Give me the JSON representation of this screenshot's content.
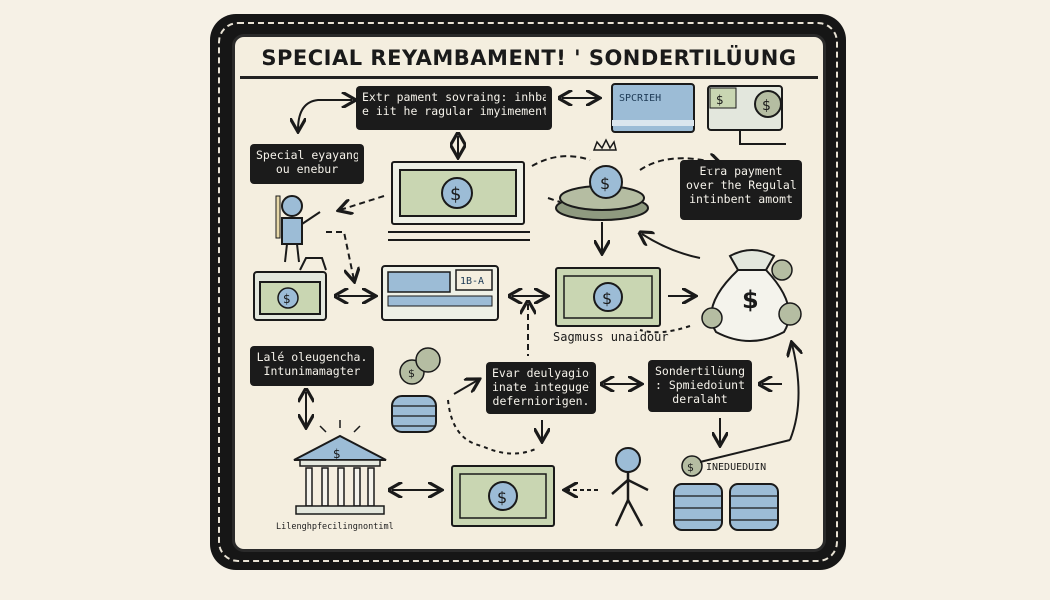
{
  "title": "SPECIAL REYAMBAMENT! ' SONDERTILÜUNG",
  "boxes": {
    "top_center": [
      "Extr pament sovraing: inhban",
      "e iit he ragular imyimement."
    ],
    "left_special": [
      "Special eyayang",
      "ou enebur"
    ],
    "right_extra": [
      "Etra payment",
      "over the Regulal",
      "intinbent amomt"
    ],
    "left_bottom": [
      "Lalé oleugencha.",
      "Intunimamagter"
    ],
    "center_bottom": [
      "Evar deulyagion",
      "inate integugel",
      "deferniorigen."
    ],
    "right_bottom": [
      "Sondertilüung",
      ": Spmiedoiunt",
      "deralaht"
    ],
    "bank_caption": "Lilenghpfecilingnontiml"
  },
  "labels": {
    "card_top": "SPCRIEH",
    "card_mid": "1B-A",
    "under_bill": "Sagmuss unaidour",
    "coin_label": "INEDUEDUIN"
  },
  "colors": {
    "frame": "#161616",
    "board": "#f4eedf",
    "bill": "#c9d6b2",
    "card": "#9cbcd6",
    "coin": "#b5bda2"
  }
}
